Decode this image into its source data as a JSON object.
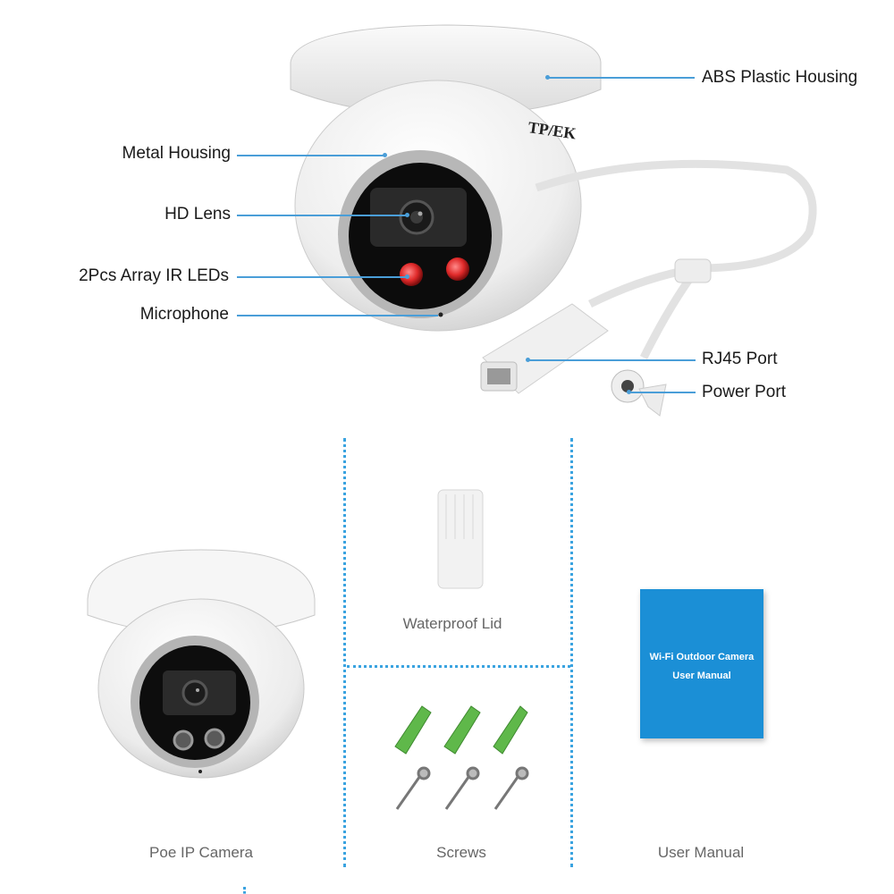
{
  "callouts": {
    "abs_housing": "ABS Plastic Housing",
    "metal_housing": "Metal Housing",
    "hd_lens": "HD Lens",
    "ir_leds": "2Pcs Array IR LEDs",
    "microphone": "Microphone",
    "rj45": "RJ45 Port",
    "power": "Power Port"
  },
  "brand_logo": "TP/EK",
  "package": {
    "camera": "Poe IP Camera",
    "lid": "Waterproof Lid",
    "screws": "Screws",
    "manual": "User Manual",
    "manual_cover_line1": "Wi-Fi Outdoor Camera",
    "manual_cover_line2": "User Manual"
  },
  "colors": {
    "leader": "#4a9ed8",
    "dotted_divider": "#3aa3e0",
    "manual_cover": "#1b8fd6",
    "anchor_green": "#5fb84a",
    "led_red": "#e02a2a"
  }
}
